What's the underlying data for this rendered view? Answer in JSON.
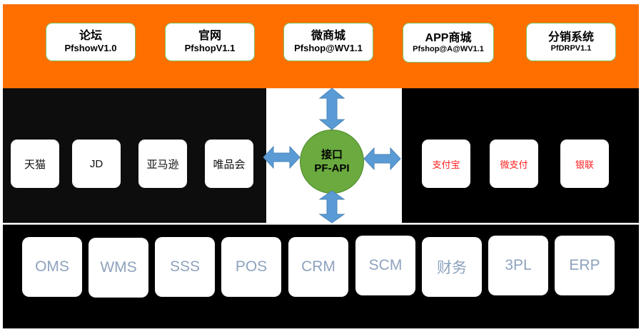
{
  "colors": {
    "top_band": "#ff6f00",
    "dark_band": "#000000",
    "api_circle": "#6aaa3f",
    "arrow": "#5b9bd5",
    "payment_text": "#ff2020",
    "system_text": "#8ea2bd"
  },
  "top_row": [
    {
      "title": "论坛",
      "subtitle": "PfshowV1.0"
    },
    {
      "title": "官网",
      "subtitle": "PfshopV1.1"
    },
    {
      "title": "微商城",
      "subtitle": "Pfshop@WV1.1"
    },
    {
      "title": "APP商城",
      "subtitle": "Pfshop@A@WV1.1"
    },
    {
      "title": "分销系统",
      "subtitle": "PfDRPV1.1"
    }
  ],
  "marketplaces": [
    "天猫",
    "JD",
    "亚马逊",
    "唯品会"
  ],
  "api": {
    "title": "接口",
    "subtitle": "PF-API"
  },
  "payments": [
    "支付宝",
    "微支付",
    "银联"
  ],
  "systems": [
    "OMS",
    "WMS",
    "SSS",
    "POS",
    "CRM",
    "SCM",
    "财务",
    "3PL",
    "ERP"
  ],
  "arrows": [
    "up-down-arrow-top",
    "left-right-arrow-left",
    "left-right-arrow-right",
    "up-down-arrow-bottom"
  ]
}
